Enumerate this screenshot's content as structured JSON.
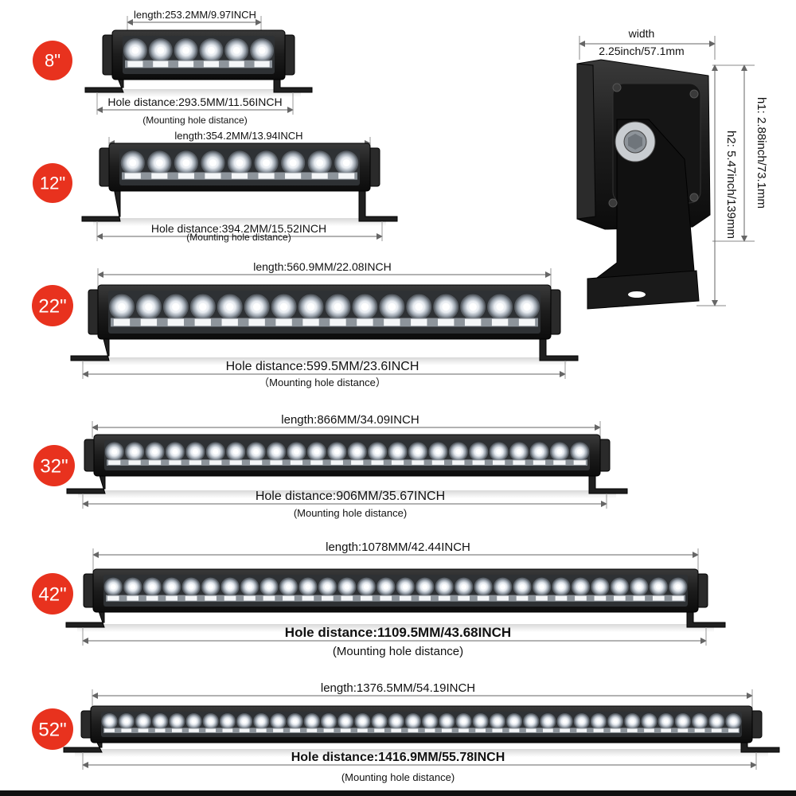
{
  "colors": {
    "badge": "#e8321e",
    "housing": "#1c1c1c",
    "dimension_line": "#666666",
    "text": "#111111"
  },
  "side_view": {
    "width_label": "width",
    "width_value": "2.25inch/57.1mm",
    "h1_value": "h1: 2.88inch/73.1mm",
    "h2_value": "h2: 5.47inch/139mm"
  },
  "bars": [
    {
      "size": "8\"",
      "length": "length:253.2MM/9.97INCH",
      "hole": "Hole distance:293.5MM/11.56INCH",
      "note": "(Mounting hole distance)",
      "leds": 6
    },
    {
      "size": "12\"",
      "length": "length:354.2MM/13.94INCH",
      "hole": "Hole distance:394.2MM/15.52INCH",
      "note": "(Mounting hole distance)",
      "leds": 9
    },
    {
      "size": "22\"",
      "length": "length:560.9MM/22.08INCH",
      "hole": "Hole distance:599.5MM/23.6INCH",
      "note": "（Mounting hole distance）",
      "leds": 16
    },
    {
      "size": "32\"",
      "length": "length:866MM/34.09INCH",
      "hole": "Hole distance:906MM/35.67INCH",
      "note": "(Mounting hole distance)",
      "leds": 24
    },
    {
      "size": "42\"",
      "length": "length:1078MM/42.44INCH",
      "hole": "Hole distance:1109.5MM/43.68INCH",
      "note": "(Mounting hole distance)",
      "leds": 30
    },
    {
      "size": "52\"",
      "length": "length:1376.5MM/54.19INCH",
      "hole": "Hole distance:1416.9MM/55.78INCH",
      "note": "(Mounting hole distance)",
      "leds": 38
    }
  ]
}
